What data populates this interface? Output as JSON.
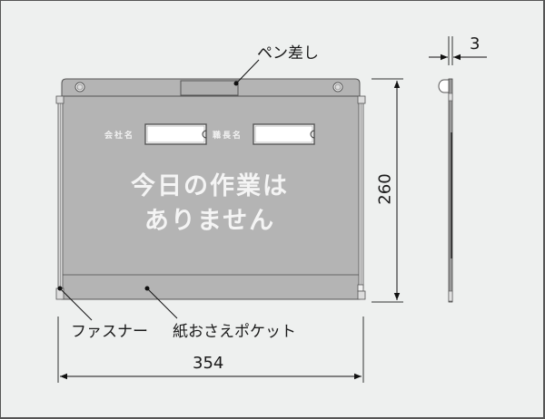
{
  "drawing": {
    "type": "product-dimension-drawing",
    "colors": {
      "background": "#eef0ef",
      "board_fill": "#b4b4b4",
      "outline": "#555555",
      "text": "#1a1a1a",
      "board_text": "#f4f4f4",
      "name_slot_fill": "#ffffff"
    }
  },
  "board": {
    "field_labels": {
      "company": "会社名",
      "title": "職長名"
    },
    "message_line1": "今日の作業は",
    "message_line2": "ありません"
  },
  "callouts": {
    "pen_holder": "ペン差し",
    "fastener": "ファスナー",
    "paper_pocket": "紙おさえポケット"
  },
  "dimensions": {
    "width": "354",
    "height": "260",
    "thickness": "3"
  }
}
